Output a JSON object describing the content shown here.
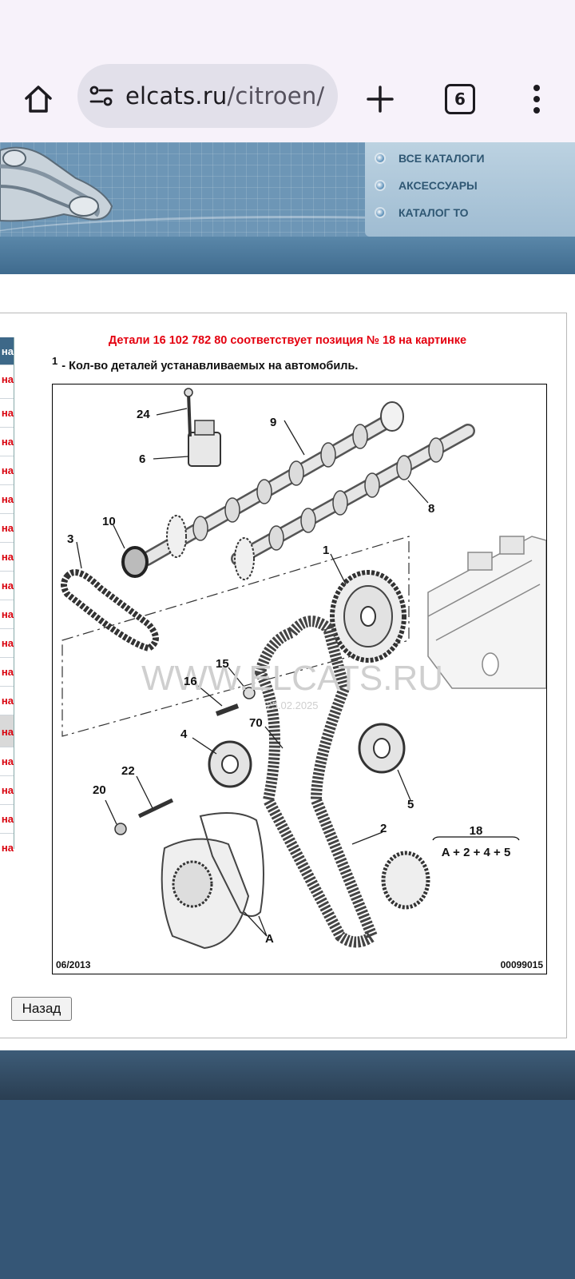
{
  "browser": {
    "url_host": "elcats.ru",
    "url_path": "/citroen/",
    "tab_count": "6"
  },
  "site_menu": {
    "items": [
      {
        "label": "ВСЕ КАТАЛОГИ"
      },
      {
        "label": "АКСЕССУАРЫ"
      },
      {
        "label": "КАТАЛОГ ТО"
      }
    ]
  },
  "parts_table": {
    "header_fragment": "на",
    "rows": [
      "на",
      "на",
      "на",
      "на",
      "на",
      "на",
      "на",
      "на",
      "на",
      "на",
      "на",
      "на",
      "на",
      "на",
      "на",
      "на",
      "на"
    ],
    "highlighted_row_index": 12
  },
  "notice": "Детали 16 102 782 80 соответствует позиция № 18 на картинке",
  "qty_note": {
    "sup": "1",
    "text": "- Кол-во деталей устанавливаемых на автомобиль."
  },
  "diagram": {
    "watermark": "WWW.ELCATS.RU",
    "watermark_sub": "25.02.2025",
    "date_code": "06/2013",
    "ref_number": "00099015",
    "callouts": [
      "24",
      "9",
      "6",
      "8",
      "10",
      "3",
      "1",
      "15",
      "16",
      "70",
      "4",
      "22",
      "20",
      "5",
      "2",
      "A"
    ],
    "formula_top": "18",
    "formula_bottom": "A + 2 + 4 + 5"
  },
  "back_button": "Назад"
}
